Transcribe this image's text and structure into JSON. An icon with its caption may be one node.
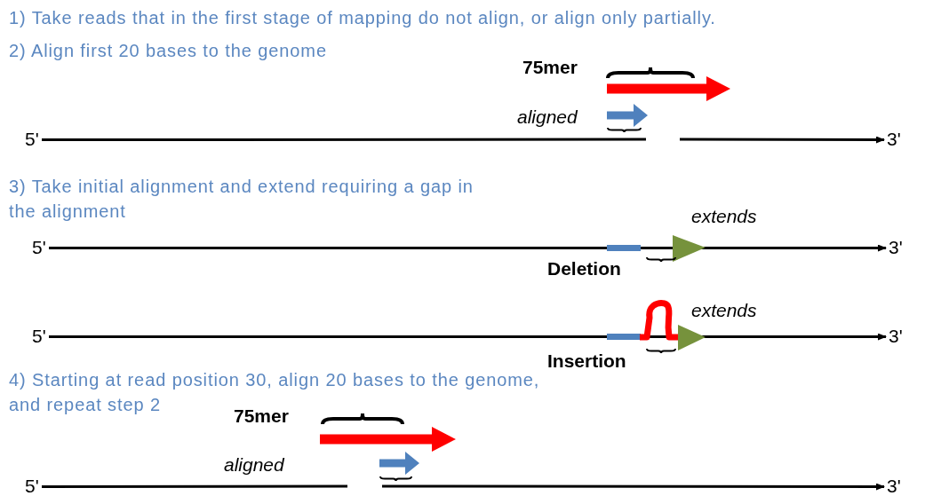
{
  "diagram": {
    "nodes": [
      {
        "text": [
          "5'"
        ]
      },
      {
        "text": [
          "3'"
        ]
      },
      {
        "text": [
          "5'"
        ]
      },
      {
        "text": [
          "3'"
        ]
      },
      {
        "text": [
          "5'"
        ]
      },
      {
        "text": [
          "3'"
        ]
      },
      {
        "text": [
          "5'"
        ]
      },
      {
        "text": [
          "3'"
        ]
      }
    ],
    "edges": [
      {
        "from": 0,
        "to": null,
        "arrow": "none"
      },
      {
        "from": null,
        "to": 1,
        "arrow": "to"
      },
      {
        "from": 2,
        "to": 3,
        "arrow": "to"
      },
      {
        "from": 4,
        "to": 5,
        "arrow": "to"
      },
      {
        "from": 6,
        "to": null,
        "arrow": "none"
      },
      {
        "from": null,
        "to": 7,
        "arrow": "to"
      }
    ],
    "labels": [
      "1) Take reads that in the first stage of mapping do not align, or align only partially.",
      "2) Align first 20 bases to the genome",
      "75mer",
      "aligned",
      "3) Take initial alignment and extend requiring a gap in the alignment",
      "extends",
      "Deletion",
      "extends",
      "Insertion",
      "4) Starting at read position 30, align 20 bases to the genome, and repeat step 2",
      "75mer",
      "aligned"
    ]
  }
}
